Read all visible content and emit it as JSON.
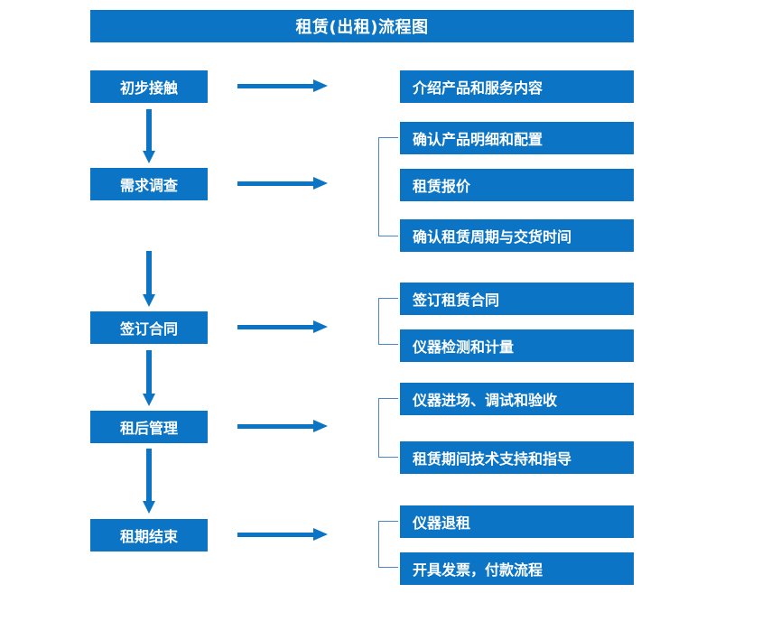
{
  "title": "租赁(出租)流程图",
  "accent_color": "#0B74C4",
  "bracket_color": "#4a86c8",
  "background_color": "#ffffff",
  "text_color": "#ffffff",
  "stages": [
    {
      "label": "初步接触"
    },
    {
      "label": "需求调查"
    },
    {
      "label": "签订合同"
    },
    {
      "label": "租后管理"
    },
    {
      "label": "租期结束"
    }
  ],
  "details": [
    {
      "label": "介绍产品和服务内容"
    },
    {
      "label": "确认产品明细和配置"
    },
    {
      "label": "租赁报价"
    },
    {
      "label": "确认租赁周期与交货时间"
    },
    {
      "label": "签订租赁合同"
    },
    {
      "label": "仪器检测和计量"
    },
    {
      "label": "仪器进场、调试和验收"
    },
    {
      "label": "租赁期间技术支持和指导"
    },
    {
      "label": "仪器退租"
    },
    {
      "label": "开具发票，付款流程"
    }
  ],
  "chart_data": {
    "type": "diagram",
    "title": "租赁(出租)流程图",
    "orientation": "top-to-bottom with lateral detail branches",
    "stages": [
      {
        "stage": "初步接触",
        "details": [
          "介绍产品和服务内容"
        ]
      },
      {
        "stage": "需求调查",
        "details": [
          "确认产品明细和配置",
          "租赁报价",
          "确认租赁周期与交货时间"
        ]
      },
      {
        "stage": "签订合同",
        "details": [
          "签订租赁合同",
          "仪器检测和计量"
        ]
      },
      {
        "stage": "租后管理",
        "details": [
          "仪器进场、调试和验收",
          "租赁期间技术支持和指导"
        ]
      },
      {
        "stage": "租期结束",
        "details": [
          "仪器退租",
          "开具发票，付款流程"
        ]
      }
    ],
    "connectors": {
      "vertical_arrows": 4,
      "horizontal_arrows": 5,
      "brackets": 4
    }
  }
}
